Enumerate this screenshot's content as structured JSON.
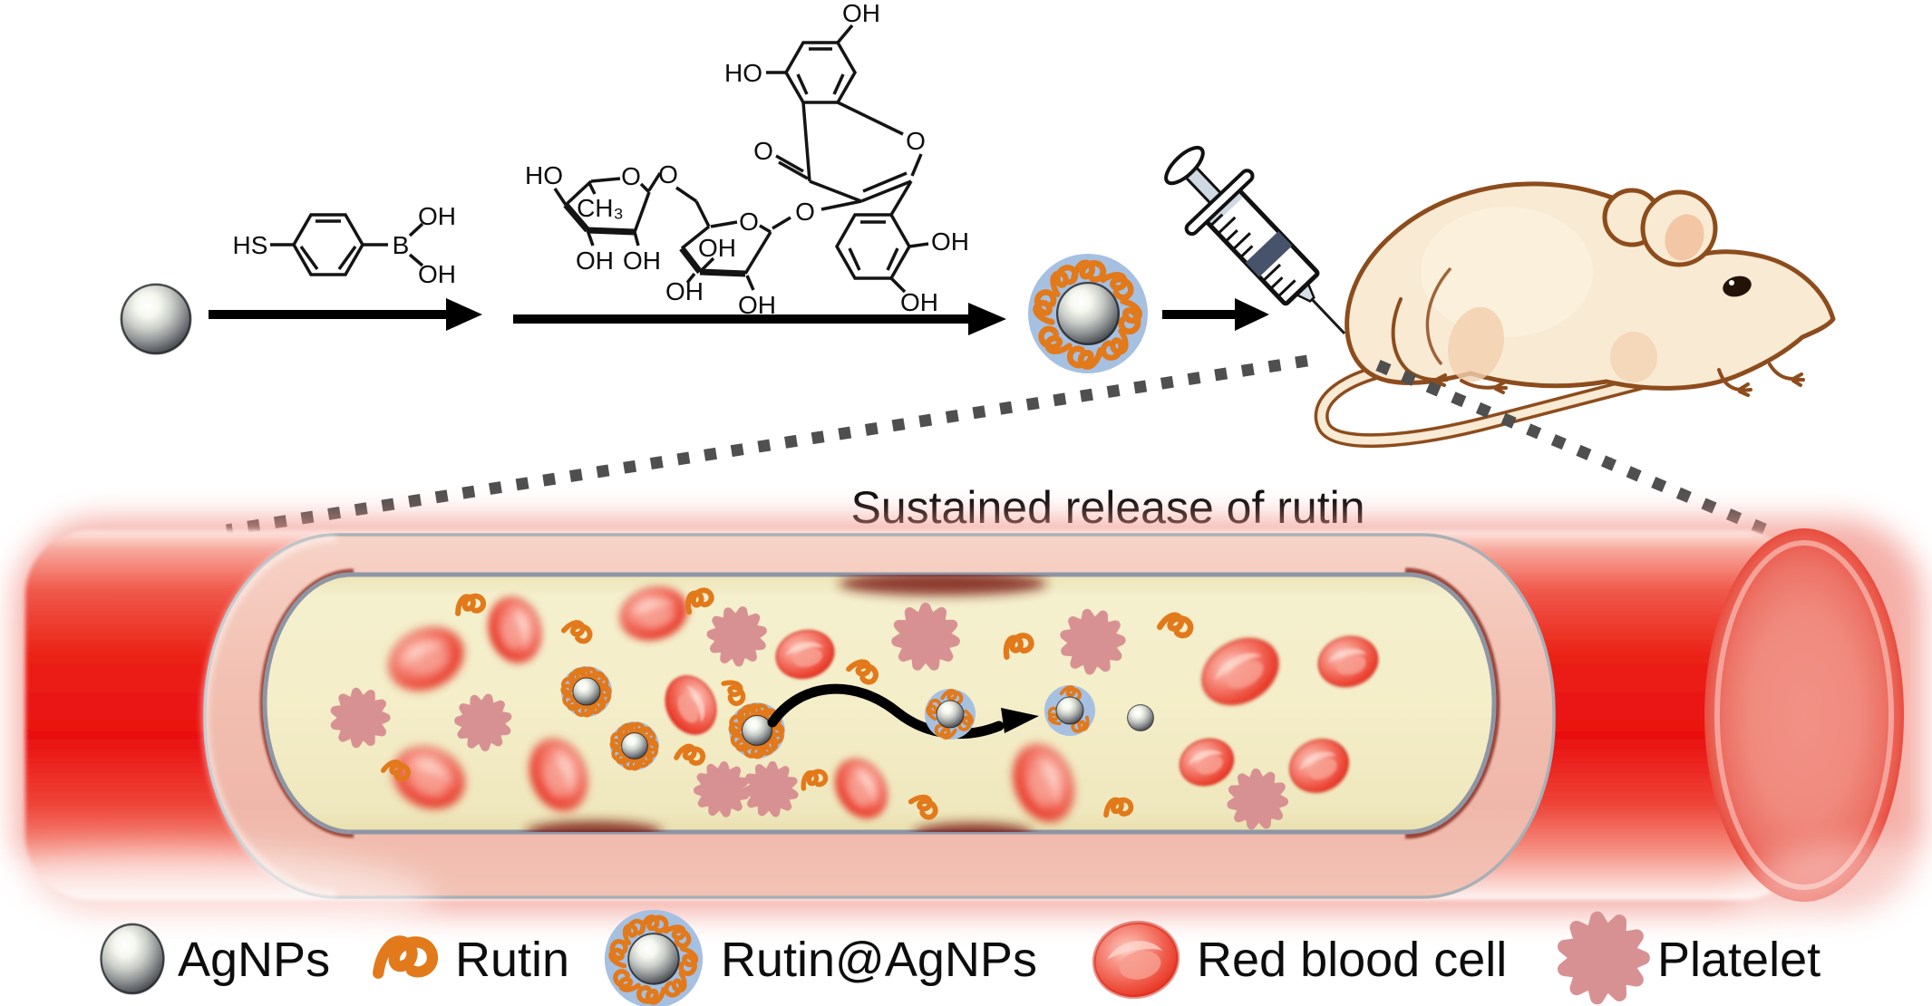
{
  "caption": "Sustained release of rutin",
  "chem": {
    "mpba": {
      "hs": "HS",
      "b": "B",
      "oh_top": "OH",
      "oh_bottom": "OH"
    },
    "rutin": {
      "oh_7": "OH",
      "ho_5": "HO",
      "o_ketone": "O",
      "o_ring": "O",
      "o_c3": "O",
      "oh_b1": "OH",
      "oh_b2": "OH",
      "o_glc": "O",
      "oh_glc_up": "OH",
      "oh_glc_b1": "OH",
      "oh_glc_b2": "OH",
      "o_link": "O",
      "o_rha": "O",
      "ch3": "CH₃",
      "ho_rha": "HO",
      "oh_rha_b1": "OH",
      "oh_rha_b2": "OH"
    }
  },
  "legend": {
    "items": [
      {
        "icon": "agnp-sphere-icon",
        "label": "AgNPs"
      },
      {
        "icon": "rutin-squiggle-icon",
        "label": "Rutin"
      },
      {
        "icon": "rutin-agnp-icon",
        "label": "Rutin@AgNPs"
      },
      {
        "icon": "red-blood-cell-icon",
        "label": "Red blood cell"
      },
      {
        "icon": "platelet-icon",
        "label": "Platelet"
      }
    ]
  },
  "colors": {
    "rutin_orange": "#e2791a",
    "nanoparticle_blue": "#a6c0e2",
    "platelet_pink": "#d89193",
    "rbc_red": "#ed5140",
    "vessel_red": "#ea1111",
    "vessel_wall_pink": "#f2c0b2",
    "plasma_cream": "#f3edc8",
    "mouse_fill": "#f8ead3",
    "mouse_outline": "#8d4c1c",
    "dotted_gray": "#4f4f4f",
    "arrow_black": "#000000"
  }
}
